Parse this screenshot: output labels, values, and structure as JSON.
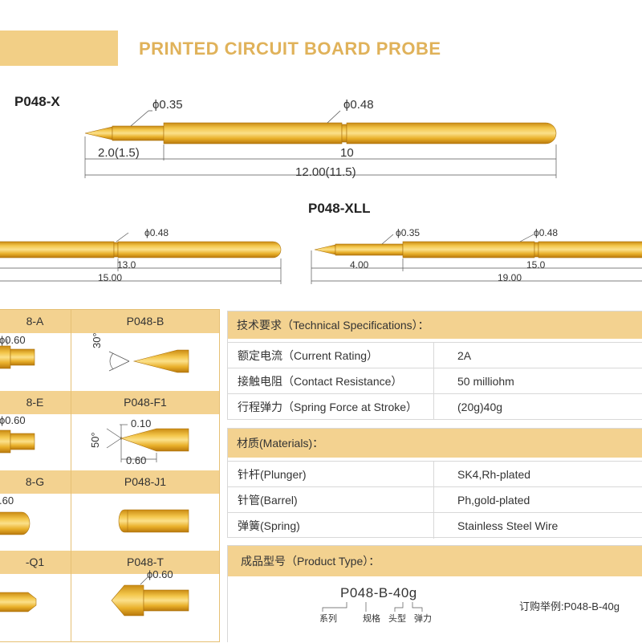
{
  "header": {
    "title": "PRINTED CIRCUIT BOARD  PROBE"
  },
  "probe_x": {
    "model": "P048-X",
    "tip_diameter": "ϕ0.35",
    "body_diameter": "ϕ0.48",
    "tip_length": "2.0(1.5)",
    "barrel_length": "10",
    "total_length": "12.00(11.5)"
  },
  "probe_xll": {
    "model": "P048-XLL",
    "left": {
      "diameter": "ϕ0.48",
      "length_a": "13.0",
      "length_total": "15.00"
    },
    "right": {
      "tip_diameter": "ϕ0.35",
      "body_diameter": "ϕ0.48",
      "tip_length": "4.00",
      "barrel_length": "15.0",
      "total_length": "19.00"
    }
  },
  "tips": [
    {
      "name": "8-A",
      "dim": "ϕ0.60"
    },
    {
      "name": "P048-B",
      "dim": "30°"
    },
    {
      "name": "8-E",
      "dim": "ϕ0.60"
    },
    {
      "name": "P048-F1",
      "angle": "50°",
      "dim_a": "0.10",
      "dim_b": "0.60"
    },
    {
      "name": "8-G",
      "dim": ".60"
    },
    {
      "name": "P048-J1"
    },
    {
      "name": "-Q1"
    },
    {
      "name": "P048-T",
      "dim": "ϕ0.60"
    }
  ],
  "specs": {
    "header": "技术要求（Technical Specifications）：",
    "rows": [
      {
        "label": "额定电流（Current Rating）",
        "value": "2A"
      },
      {
        "label": "接触电阻（Contact Resistance）",
        "value": "50 milliohm"
      },
      {
        "label": "行程弹力（Spring Force at Stroke）",
        "value": "(20g)40g"
      }
    ]
  },
  "materials": {
    "header": "材质(Materials)：",
    "rows": [
      {
        "label": "针杆(Plunger)",
        "value": "SK4,Rh-plated"
      },
      {
        "label": "针管(Barrel)",
        "value": "Ph,gold-plated"
      },
      {
        "label": "弹簧(Spring)",
        "value": "Stainless Steel Wire"
      }
    ]
  },
  "product_type": {
    "header": "成品型号（Product Type）：",
    "code": "P048-B-40g",
    "labels": [
      "系列",
      "规格",
      "头型",
      "弹力"
    ],
    "example": "订购举例:P048-B-40g"
  },
  "colors": {
    "gold": "#e8b12a",
    "gold_light": "#f6d77a",
    "header_bar": "#f2cf86",
    "title": "#e0b25a"
  }
}
